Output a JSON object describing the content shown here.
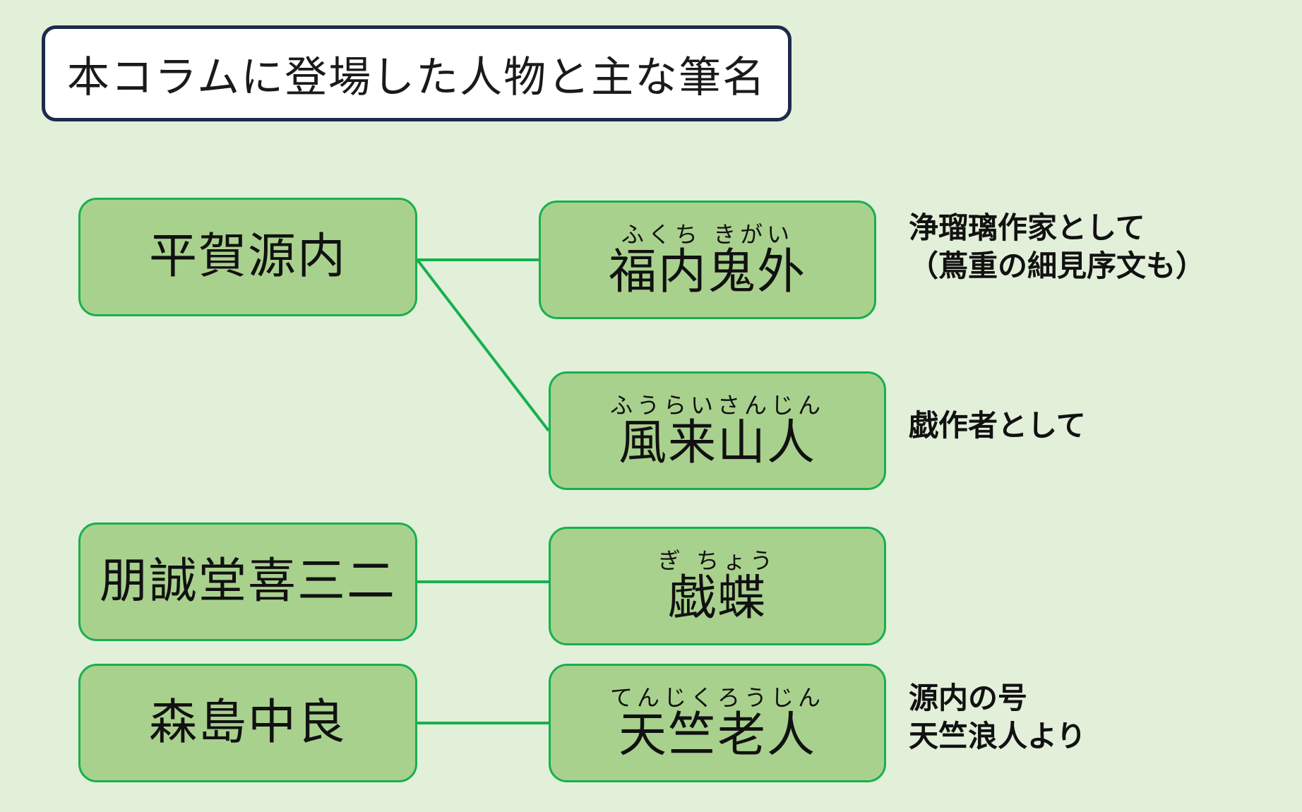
{
  "title": "本コラムに登場した人物と主な筆名",
  "persons": [
    {
      "name": "平賀源内"
    },
    {
      "name": "朋誠堂喜三二"
    },
    {
      "name": "森島中良"
    }
  ],
  "pen_names": [
    {
      "ruby": "ふくち きがい",
      "name": "福内鬼外"
    },
    {
      "ruby": "ふうらいさんじん",
      "name": "風来山人"
    },
    {
      "ruby": "ぎ ちょう",
      "name": "戯蝶"
    },
    {
      "ruby": "てんじくろうじん",
      "name": "天竺老人"
    }
  ],
  "notes": [
    {
      "line1": "浄瑠璃作家として",
      "line2": "（蔦重の細見序文も）"
    },
    {
      "line1": "戯作者として",
      "line2": ""
    },
    {
      "line1": "源内の号",
      "line2": "天竺浪人より"
    }
  ],
  "colors": {
    "background": "#e2efd9",
    "box_fill": "#a9d18e",
    "box_border": "#17b04f",
    "connector": "#17b04f",
    "title_border": "#1c2b4a"
  }
}
